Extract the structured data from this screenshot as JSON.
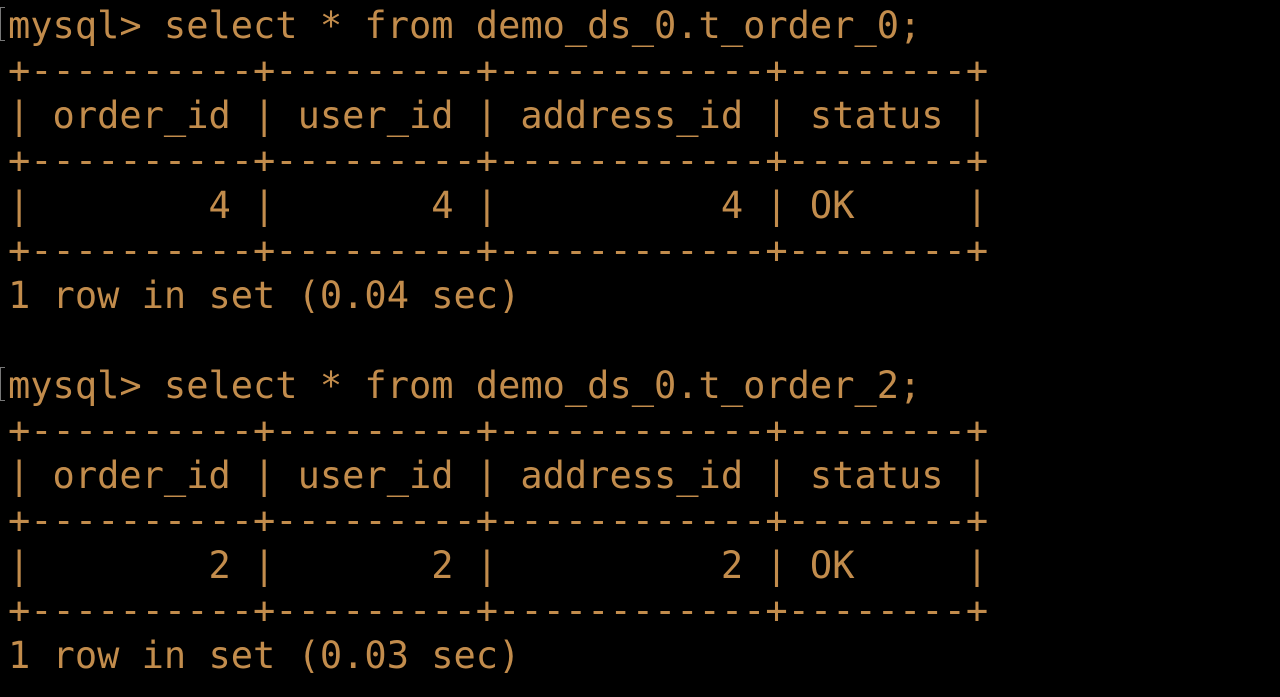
{
  "terminal": {
    "prompt": "mysql> ",
    "columns": [
      "order_id",
      "user_id",
      "address_id",
      "status"
    ],
    "results": [
      {
        "command": "select * from demo_ds_0.t_order_0;",
        "rows": [
          [
            "4",
            "4",
            "4",
            "OK"
          ]
        ],
        "summary": "1 row in set (0.04 sec)"
      },
      {
        "command": "select * from demo_ds_0.t_order_2;",
        "rows": [
          [
            "2",
            "2",
            "2",
            "OK"
          ]
        ],
        "summary": "1 row in set (0.03 sec)"
      }
    ],
    "colors": {
      "text": "#c28c4c",
      "background": "#000000"
    }
  }
}
